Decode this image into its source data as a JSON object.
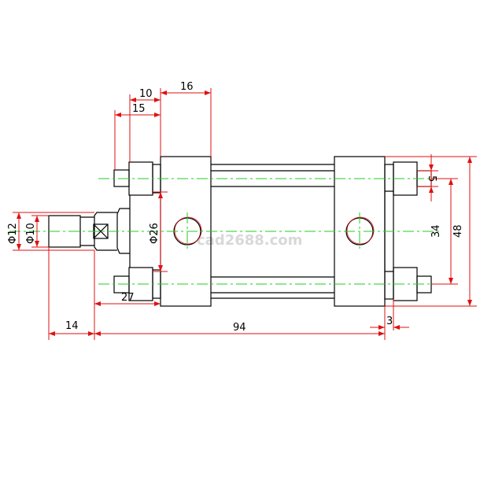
{
  "drawing": {
    "title": "Hydraulic cylinder side view",
    "watermark": "cad2688.com",
    "dimensions": {
      "d16": "16",
      "d10": "10",
      "d15": "15",
      "dia26": "Φ26",
      "dia12": "Φ12",
      "dia10": "Φ10",
      "d27": "27",
      "d14": "14",
      "d94": "94",
      "d3": "3",
      "d5": "5",
      "d34": "34",
      "d48": "48"
    },
    "colors": {
      "outline": "#000000",
      "centerline": "#22cc22",
      "dimension": "#e01010"
    }
  }
}
